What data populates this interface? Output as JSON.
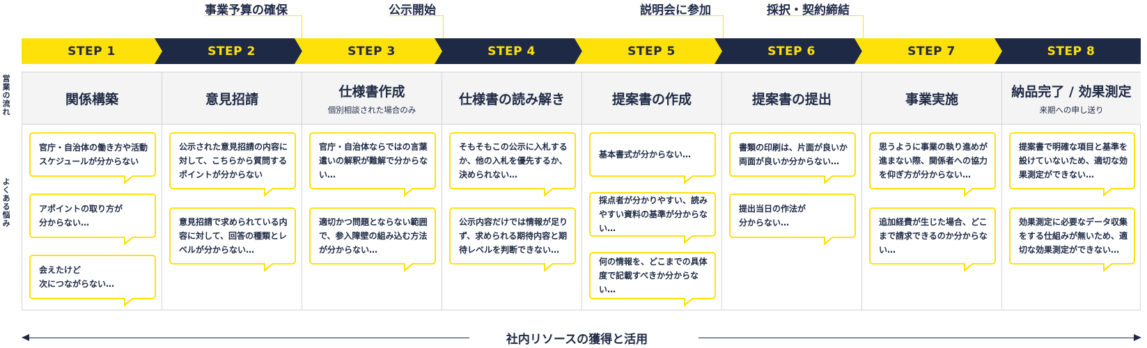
{
  "milestones": [
    {
      "label": "事業予算の確保"
    },
    {
      "label": "公示開始"
    },
    {
      "label": "説明会に参加"
    },
    {
      "label": "採択・契約締結"
    }
  ],
  "steps": [
    "STEP 1",
    "STEP 2",
    "STEP 3",
    "STEP 4",
    "STEP 5",
    "STEP 6",
    "STEP 7",
    "STEP 8"
  ],
  "side_labels": {
    "flow": "営業の流れ",
    "concerns": "よくある悩み"
  },
  "columns": [
    {
      "title": "関係構築",
      "sub": "",
      "bubbles": [
        "官庁・自治体の働き方や活動スケジュールが分からない",
        "アポイントの取り方が\n分からない…",
        "会えたけど\n次につながらない…"
      ]
    },
    {
      "title": "意見招請",
      "sub": "",
      "bubbles": [
        "公示された意見招請の内容に対して、こちらから質問するポイントが分からない",
        "意見招請で求められている内容に対して、回答の種類とレベルが分からない…"
      ]
    },
    {
      "title": "仕様書作成",
      "sub": "個別相談された場合のみ",
      "bubbles": [
        "官庁・自治体ならではの言葉遣いの解釈が難解で分からない…",
        "適切かつ問題とならない範囲で、参入障壁の組み込む方法が分からない…"
      ]
    },
    {
      "title": "仕様書の読み解き",
      "sub": "",
      "bubbles": [
        "そもそもこの公示に入札するか、他の入札を優先するか、決められない…",
        "公示内容だけでは情報が足りず、求められる期待内容と期待レベルを判断できない…"
      ]
    },
    {
      "title": "提案書の作成",
      "sub": "",
      "bubbles": [
        "基本書式が分からない…",
        "採点者が分かりやすい、読みやすい資料の基準が分からない…",
        "何の情報を、どこまでの具体度で記載すべきか分からない…"
      ]
    },
    {
      "title": "提案書の提出",
      "sub": "",
      "bubbles": [
        "書類の印刷は、片面が良いか両面が良いか分からない…",
        "提出当日の作法が\n分からない…"
      ]
    },
    {
      "title": "事業実施",
      "sub": "",
      "bubbles": [
        "思うように事業の執り進めが進まない際、関係者への協力を仰ぎ方が分からない…",
        "追加経費が生じた場合、どこまで請求できるのか分からない…"
      ]
    },
    {
      "title": "納品完了 / 効果測定",
      "sub": "来期への申し送り",
      "bubbles": [
        "提案書で明確な項目と基準を設けていないため、適切な効果測定ができない…",
        "効果測定に必要なデータ収集をする仕組みが無いため、適切な効果測定ができない…"
      ]
    }
  ],
  "footer": {
    "label": "社内リソースの獲得と活用"
  },
  "colors": {
    "yellow": "#ffe10a",
    "navy": "#1e2a45",
    "header_bg": "#f4f4f4",
    "border": "#d4d4d4"
  }
}
